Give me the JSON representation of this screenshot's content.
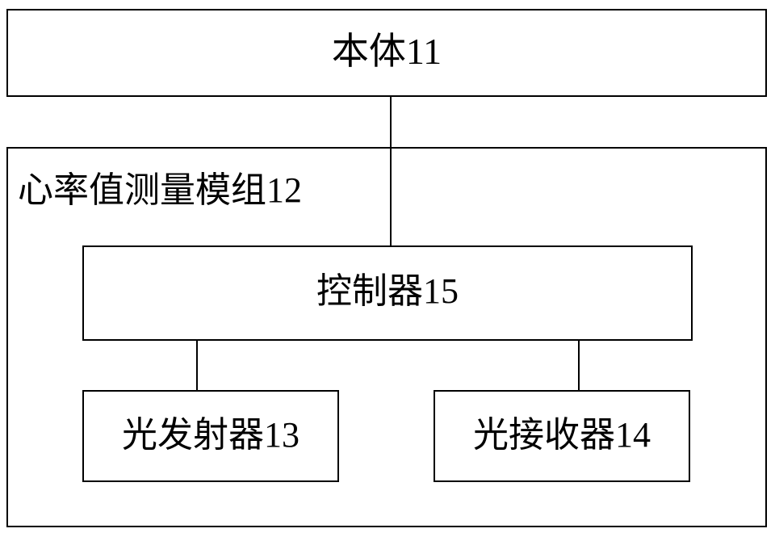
{
  "diagram": {
    "type": "block-diagram",
    "title": "",
    "background_color": "#ffffff",
    "line_color": "#000000",
    "text_color": "#000000",
    "nodes": {
      "body": {
        "label": "本体11",
        "number": "11",
        "name": "本体",
        "align": "center"
      },
      "module": {
        "label": "心率值测量模组12",
        "number": "12",
        "name": "心率值测量模组",
        "align": "left"
      },
      "controller": {
        "label": "控制器15",
        "number": "15",
        "name": "控制器",
        "align": "center"
      },
      "emitter": {
        "label": "光发射器13",
        "number": "13",
        "name": "光发射器",
        "align": "center"
      },
      "receiver": {
        "label": "光接收器14",
        "number": "14",
        "name": "光接收器",
        "align": "center"
      }
    },
    "connections": [
      {
        "from": "body",
        "to": "controller",
        "style": "vertical-line"
      },
      {
        "from": "controller",
        "to": "emitter",
        "style": "vertical-line"
      },
      {
        "from": "controller",
        "to": "receiver",
        "style": "vertical-line"
      }
    ],
    "containment": [
      {
        "parent": "module",
        "children": [
          "controller",
          "emitter",
          "receiver"
        ]
      }
    ]
  }
}
